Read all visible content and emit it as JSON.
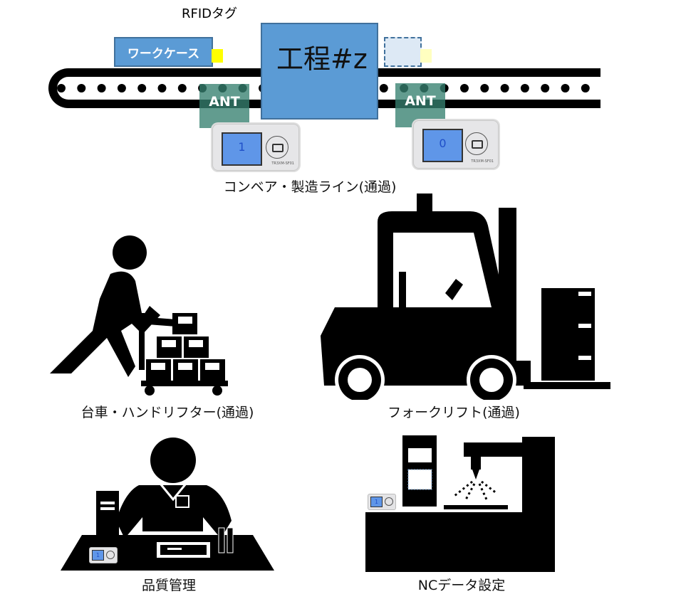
{
  "conveyor_section": {
    "rfid_tag_label": "RFIDタグ",
    "work_case_label": "ワークケース",
    "process_label": "工程#z",
    "antenna_left_label": "ANT",
    "antenna_right_label": "ANT",
    "reader_left_count": "1",
    "reader_right_count": "0",
    "reader_model": "TR3XM-SF01",
    "caption": "コンベア・製造ライン(通過)"
  },
  "scenarios": [
    {
      "caption": "台車・ハンドリフター(通過)"
    },
    {
      "caption": "フォークリフト(通過)"
    },
    {
      "caption": "品質管理",
      "reader_count": "1"
    },
    {
      "caption": "NCデータ設定",
      "reader_count": "1"
    }
  ],
  "colors": {
    "box_blue": "#5b9bd5",
    "box_border": "#41719c",
    "antenna_teal": "#368070",
    "tag_yellow": "#ffff00",
    "tag_pale_yellow": "#ffffc0",
    "screen_blue": "#5f96e8"
  }
}
